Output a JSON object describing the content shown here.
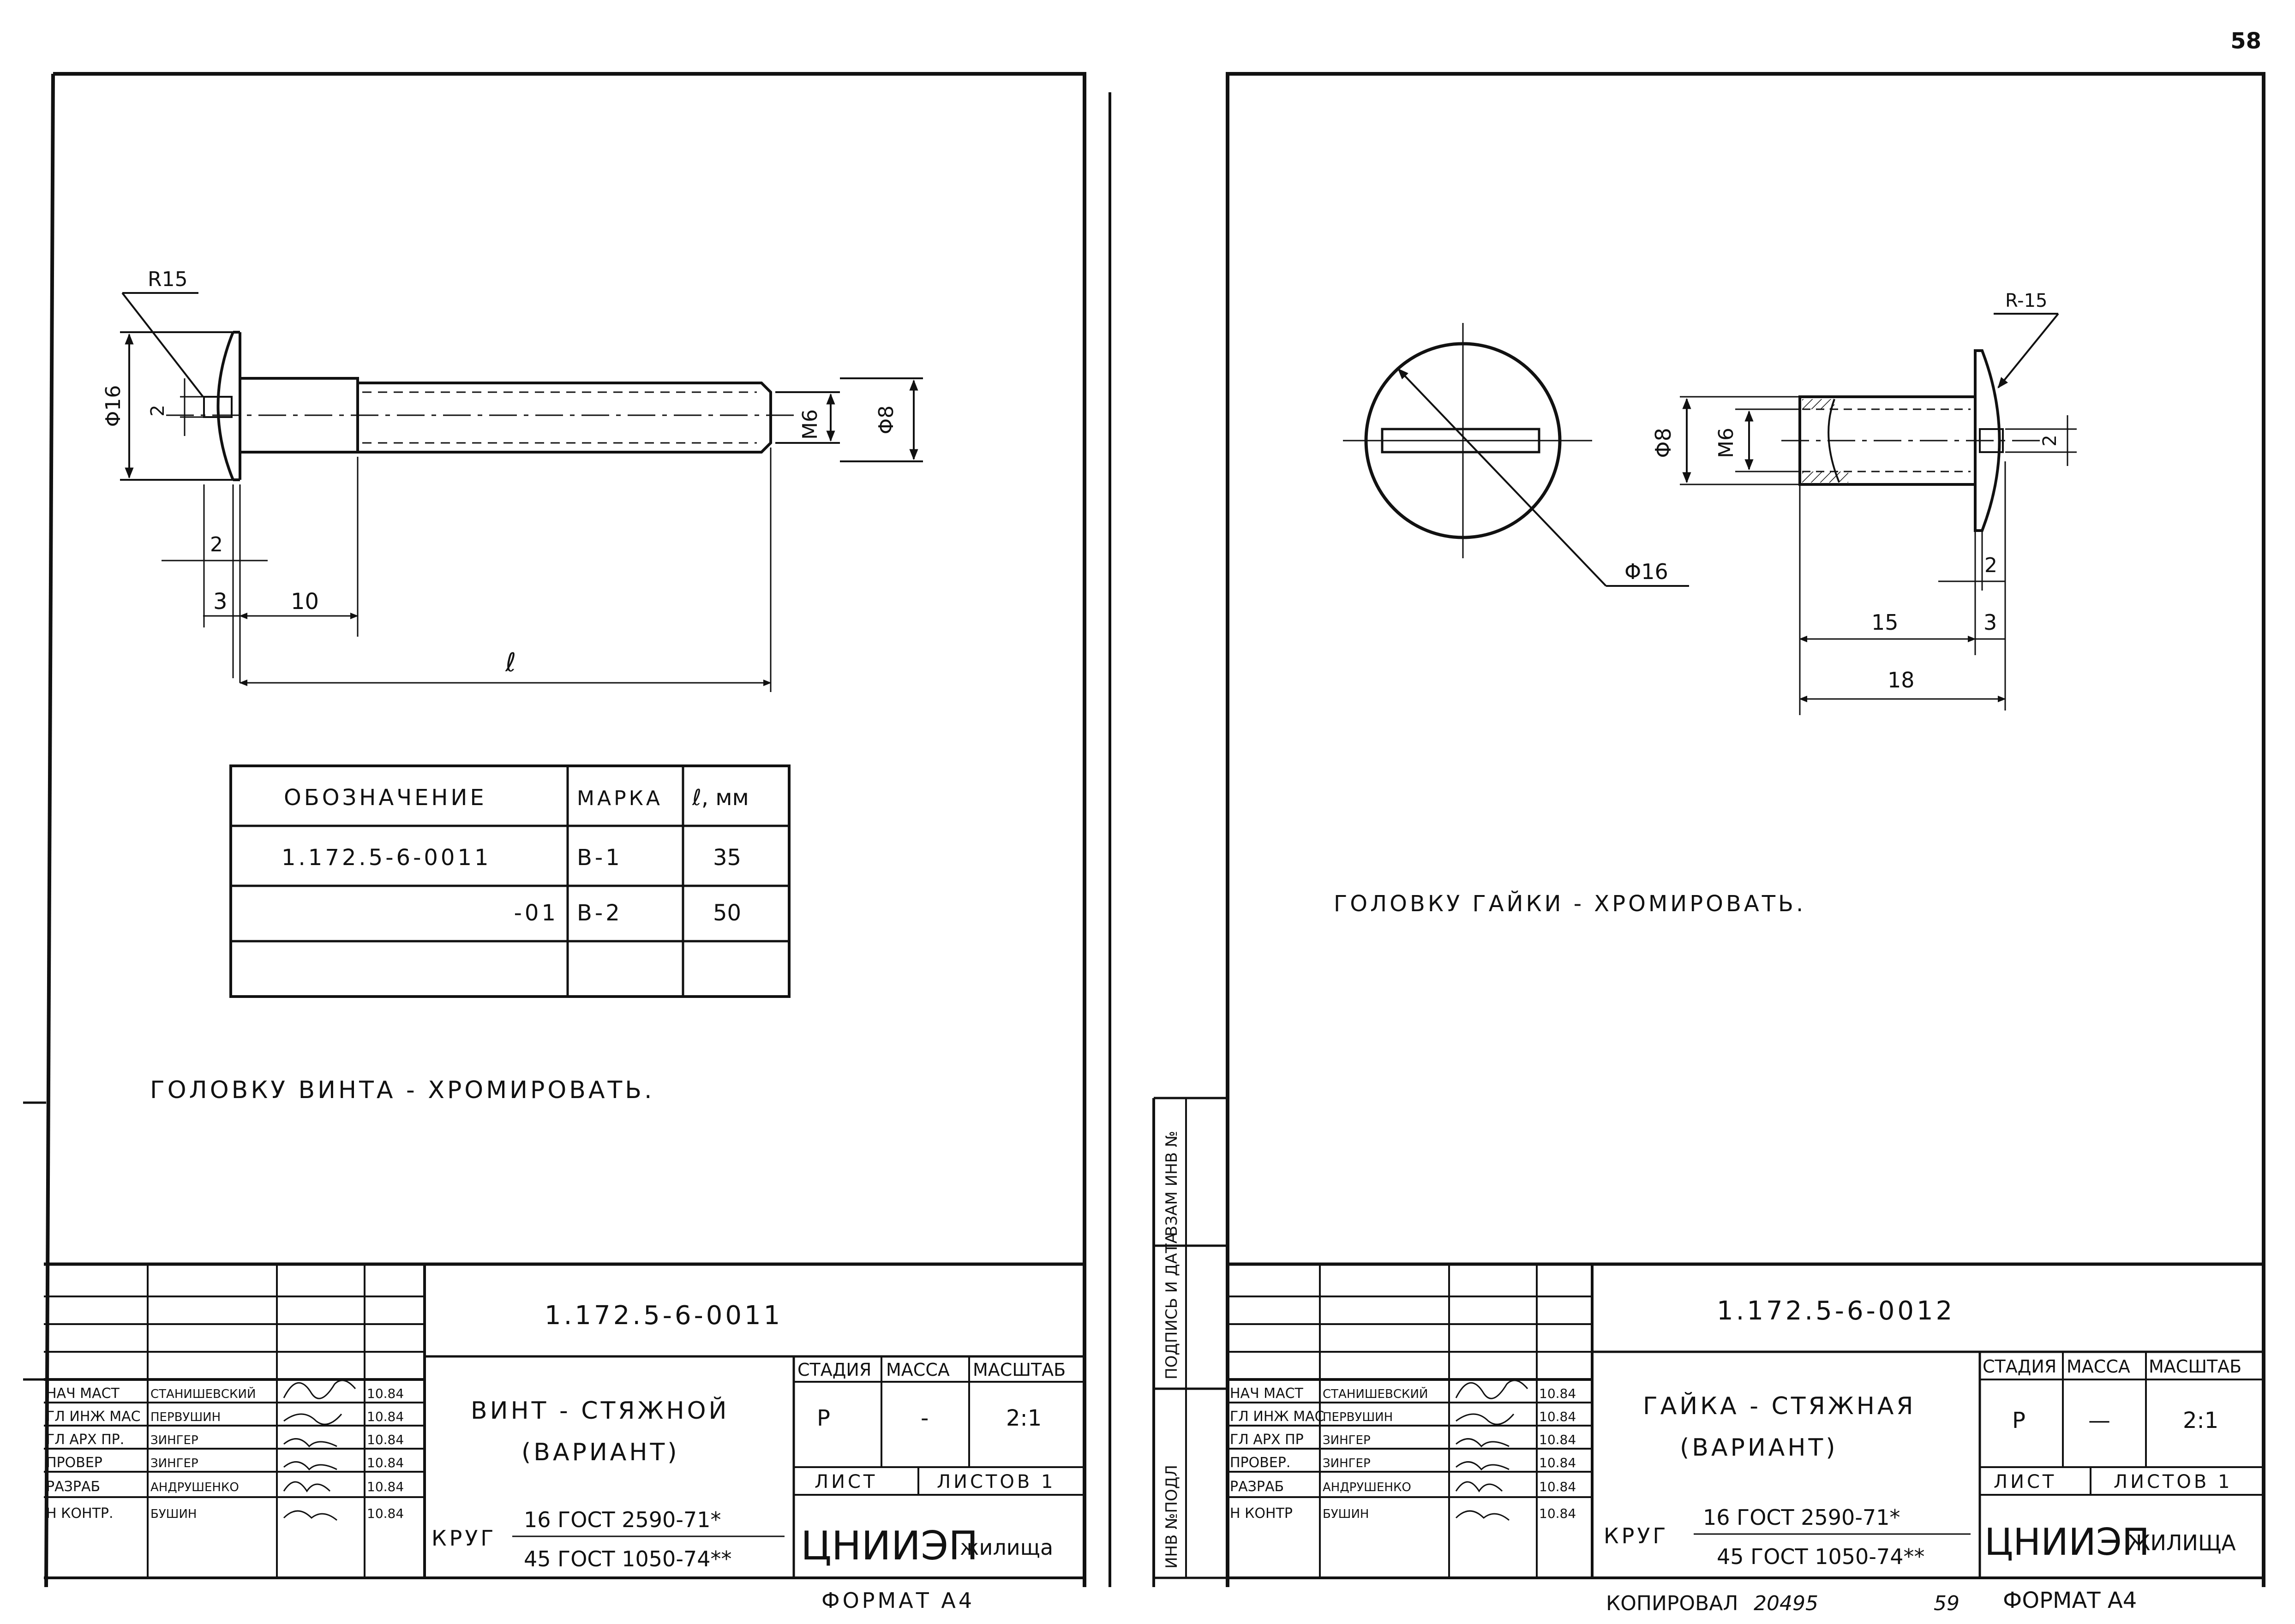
{
  "page_number": "58",
  "left_sheet": {
    "dims": {
      "radius": "R15",
      "head_dia": "Φ16",
      "slot": "2",
      "thread": "M6",
      "shank_dia": "Φ8",
      "head_thk": "2",
      "head_total": "3",
      "shoulder": "10",
      "length": "ℓ"
    },
    "table": {
      "headers": [
        "ОБОЗНАЧЕНИЕ",
        "МАРКА",
        "ℓ, мм"
      ],
      "rows": [
        [
          "1.172.5-6-0011",
          "В-1",
          "35"
        ],
        [
          "-01",
          "В-2",
          "50"
        ],
        [
          "",
          "",
          ""
        ]
      ]
    },
    "note": "ГОЛОВКУ ВИНТА - ХРОМИРОВАТЬ.",
    "title_block": {
      "doc_number": "1.172.5-6-0011",
      "name_line1": "ВИНТ - СТЯЖНОЙ",
      "name_line2": "(ВАРИАНТ)",
      "stage_label": "СТАДИЯ",
      "mass_label": "МАССА",
      "scale_label": "МАСШТАБ",
      "stage": "Р",
      "mass": "-",
      "scale": "2:1",
      "sheet_label": "ЛИСТ",
      "sheets_label": "ЛИСТОВ 1",
      "material_prefix": "КРУГ",
      "material_top": "16 ГОСТ 2590-71*",
      "material_bottom": "45 ГОСТ 1050-74**",
      "org_main": "ЦНИИЭП",
      "org_sub": "жилища",
      "roles": [
        "НАЧ МАСТ",
        "ГЛ ИНЖ МАС",
        "ГЛ АРХ ПР.",
        "ПРОВЕР",
        "РАЗРАБ",
        "Н КОНТР."
      ],
      "names": [
        "СТАНИШЕВСКИЙ",
        "ПЕРВУШИН",
        "ЗИНГЕР",
        "ЗИНГЕР",
        "АНДРУШЕНКО",
        "БУШИН"
      ],
      "dates": [
        "10.84",
        "10.84",
        "10.84",
        "10.84",
        "10.84",
        "10.84"
      ],
      "format": "ФОРМАТ А4"
    }
  },
  "right_sheet": {
    "dims": {
      "radius": "R-15",
      "head_dia": "Φ16",
      "outer_dia": "Φ8",
      "thread": "М6",
      "slot": "2",
      "head_thk": "2",
      "head_total": "3",
      "body": "15",
      "total": "18"
    },
    "note": "ГОЛОВКУ ГАЙКИ - ХРОМИРОВАТЬ.",
    "side_stamp": [
      "ИНВ №ПОДЛ",
      "ПОДПИСЬ И ДАТА",
      "ВЗАМ ИНВ №"
    ],
    "title_block": {
      "doc_number": "1.172.5-6-0012",
      "name_line1": "ГАЙКА - СТЯЖНАЯ",
      "name_line2": "(ВАРИАНТ)",
      "stage_label": "СТАДИЯ",
      "mass_label": "МАССА",
      "scale_label": "МАСШТАБ",
      "stage": "Р",
      "mass": "—",
      "scale": "2:1",
      "sheet_label": "ЛИСТ",
      "sheets_label": "ЛИСТОВ 1",
      "material_prefix": "КРУГ",
      "material_top": "16 ГОСТ 2590-71*",
      "material_bottom": "45 ГОСТ 1050-74**",
      "org_main": "ЦНИИЭП",
      "org_sub": "ЖИЛИЩА",
      "roles": [
        "НАЧ МАСТ",
        "ГЛ ИНЖ МАС",
        "ГЛ АРХ ПР",
        "ПРОВЕР.",
        "РАЗРАБ",
        "Н КОНТР"
      ],
      "names": [
        "СТАНИШЕВСКИЙ",
        "ПЕРВУШИН",
        "ЗИНГЕР",
        "ЗИНГЕР",
        "АНДРУШЕНКО",
        "БУШИН"
      ],
      "dates": [
        "10.84",
        "10.84",
        "10.84",
        "10.84",
        "10.84",
        "10.84"
      ],
      "format": "ФОРМАТ А4",
      "copy_label": "КОПИРОВАЛ",
      "copy_number": "20495",
      "copy_sheet": "59"
    }
  }
}
